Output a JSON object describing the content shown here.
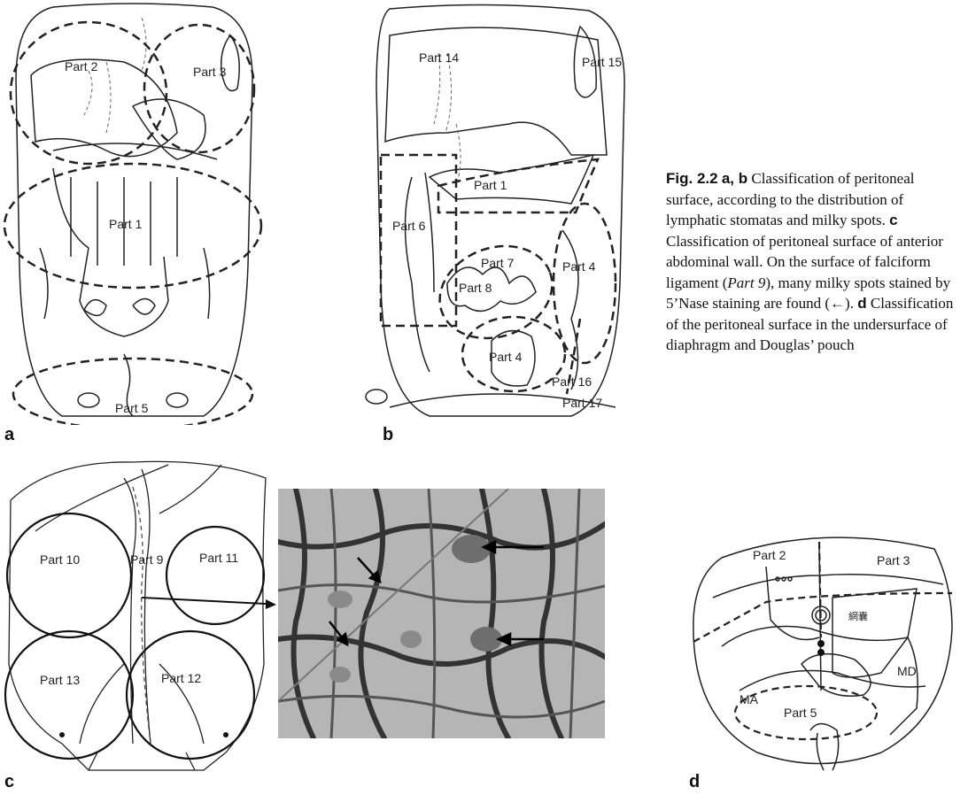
{
  "panels": {
    "a": {
      "label": "a",
      "parts": [
        "Part 2",
        "Part 3",
        "Part 1",
        "Part 5"
      ]
    },
    "b": {
      "label": "b",
      "parts": [
        "Part 14",
        "Part 15",
        "Part 1",
        "Part 6",
        "Part 7",
        "Part 8",
        "Part 4",
        "Part 4",
        "Part 16",
        "Part 17"
      ]
    },
    "c": {
      "label": "c",
      "parts": [
        "Part 10",
        "Part 9",
        "Part 11",
        "Part 13",
        "Part 12"
      ]
    },
    "d": {
      "label": "d",
      "parts": [
        "Part 2",
        "Part 3",
        "MA",
        "MD",
        "Part 5"
      ],
      "cjk": "網囊"
    }
  },
  "caption": {
    "fig": "Fig. 2.2",
    "ab": "a, b",
    "t1": " Classification of peritoneal surface, according to the distribution of lymphatic stomatas and milky spots. ",
    "c": "c",
    "t2": " Classification of peritoneal surface of anterior abdominal wall. On the surface of falciform ligament (",
    "part9": "Part 9",
    "t3": "), many milky spots stained by 5’Nase staining are found (←). ",
    "d": "d",
    "t4": " Classification of the peritoneal surface in the undersurface of diaphragm and Douglas’ pouch"
  }
}
